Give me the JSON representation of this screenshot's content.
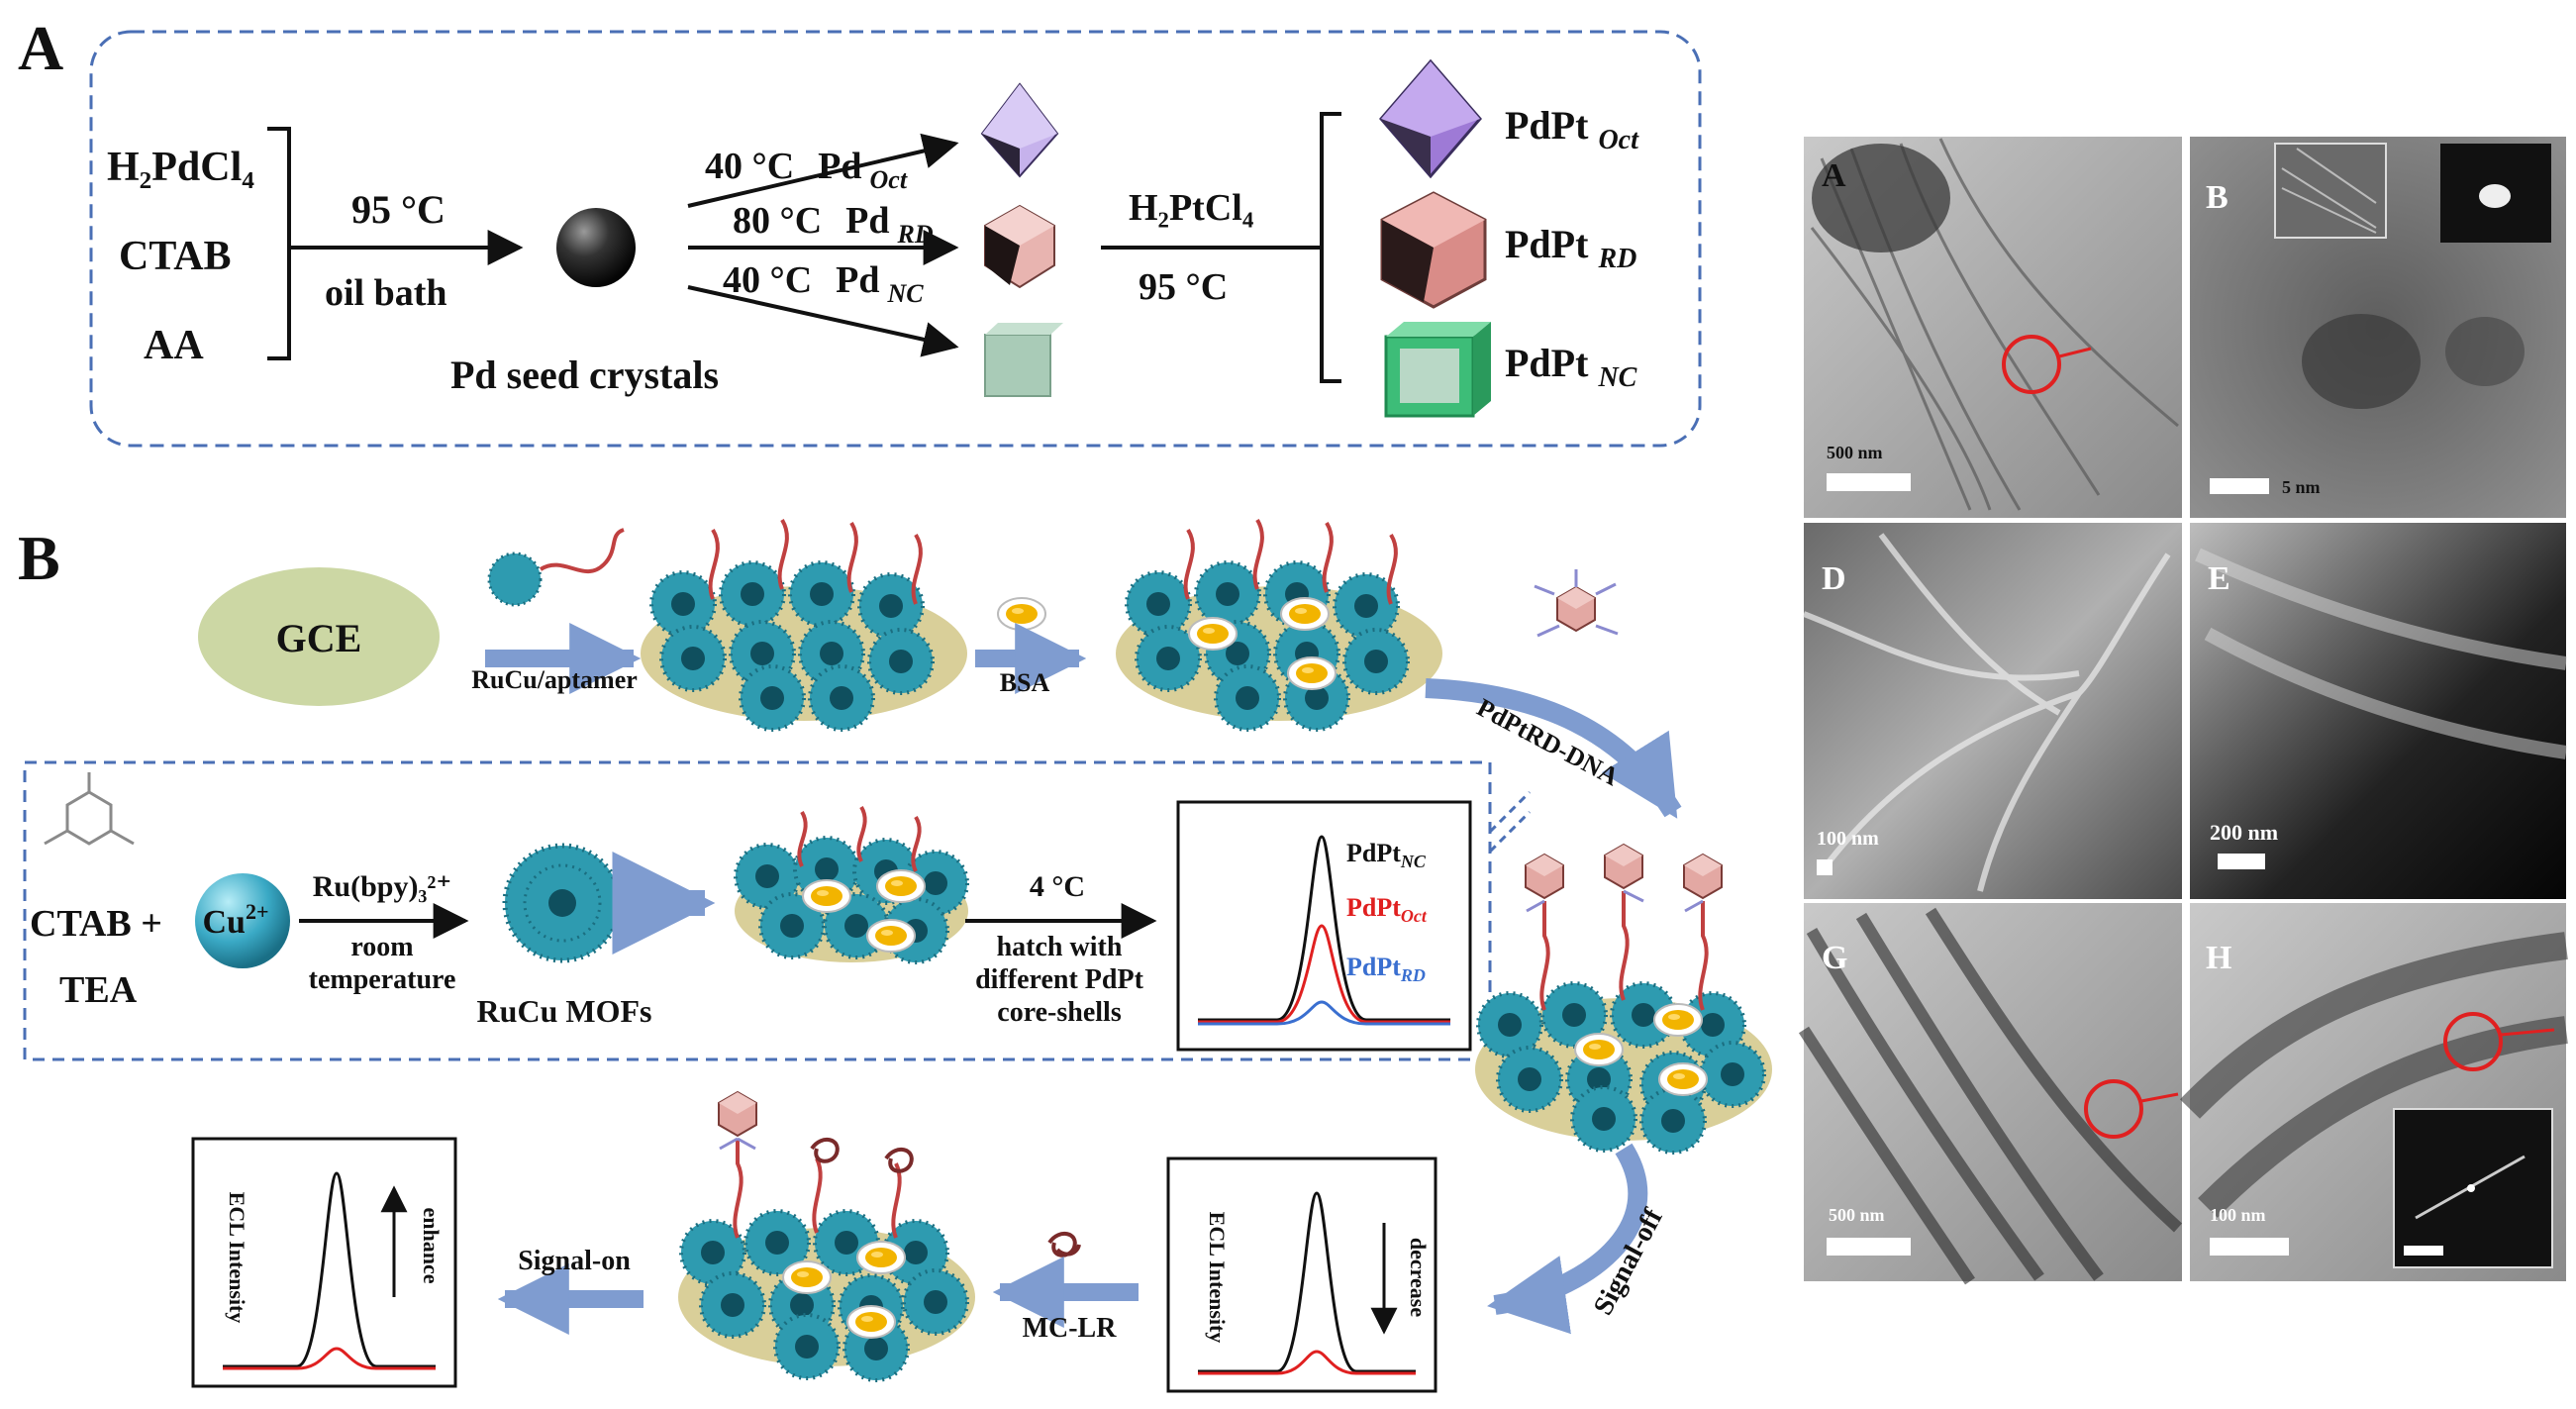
{
  "panelA": {
    "letter": "A",
    "reagents": [
      "H₂PdCl₄",
      "CTAB",
      "AA"
    ],
    "step1": {
      "top": "95 °C",
      "bottom": "oil bath"
    },
    "seed_label": "Pd seed crystals",
    "branches": [
      {
        "temp": "40 °C",
        "name": "Pd",
        "sub": "Oct"
      },
      {
        "temp": "80 °C",
        "name": "Pd",
        "sub": "RD"
      },
      {
        "temp": "40 °C",
        "name": "Pd",
        "sub": "NC"
      }
    ],
    "step2": {
      "top": "H₂PtCl₄",
      "bottom": "95 °C"
    },
    "products": [
      {
        "name": "PdPt",
        "sub": "Oct"
      },
      {
        "name": "PdPt",
        "sub": "RD"
      },
      {
        "name": "PdPt",
        "sub": "NC"
      }
    ]
  },
  "panelB": {
    "letter": "B",
    "gce": "GCE",
    "ru_aptamer": "RuCu/aptamer",
    "bsa": "BSA",
    "pdpt_dna": "PdPtRD-DNA",
    "ctab": "CTAB +",
    "tea": "TEA",
    "cu": "Cu",
    "cu_sup": "2+",
    "ru_top": "Ru(bpy)₃²⁺",
    "ru_bottom1": "room",
    "ru_bottom2": "temperature",
    "rucu_mofs": "RuCu MOFs",
    "hatch_top": "4 °C",
    "hatch_lines": [
      "hatch with",
      "different PdPt",
      "core-shells"
    ],
    "legend": [
      {
        "name": "PdPt",
        "sub": "NC",
        "color": "#111111"
      },
      {
        "name": "PdPt",
        "sub": "Oct",
        "color": "#e02020"
      },
      {
        "name": "PdPt",
        "sub": "RD",
        "color": "#3a6fd0"
      }
    ],
    "signal_off": "Signal-off",
    "signal_on": "Signal-on",
    "mclr": "MC-LR",
    "ecl_label": "ECL Intensity",
    "decrease": "decrease",
    "enhance": "enhance"
  },
  "micrographs": {
    "panels": [
      {
        "letter": "A",
        "scale": "500 nm"
      },
      {
        "letter": "B",
        "scale": "5 nm"
      },
      {
        "letter": "D",
        "scale": "100 nm"
      },
      {
        "letter": "E",
        "scale": "200 nm"
      },
      {
        "letter": "G",
        "scale": "500 nm"
      },
      {
        "letter": "H",
        "scale": "100 nm"
      }
    ]
  },
  "colors": {
    "dashed_border": "#4a6fb5",
    "gce": "#ccd7a4",
    "mof": "#2e9bb0",
    "blue_arrow": "#7f9cd0",
    "red_circle": "#e02020"
  }
}
